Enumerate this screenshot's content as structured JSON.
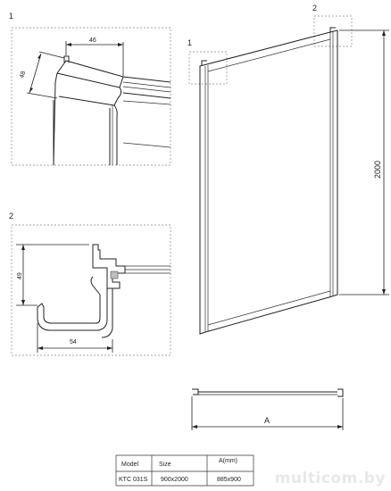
{
  "detail1": {
    "marker": "1",
    "dim_width": "46",
    "dim_depth": "48"
  },
  "detail2": {
    "marker": "2",
    "dim_height": "49",
    "dim_width": "54"
  },
  "elevation": {
    "marker1": "1",
    "marker2": "2",
    "height": "2000"
  },
  "plan": {
    "label": "A"
  },
  "table": {
    "headers": [
      "Model",
      "Size",
      "A(mm)"
    ],
    "row": [
      "KTC 031S",
      "900x2000",
      "885x900"
    ]
  },
  "watermark": "multicom.by"
}
